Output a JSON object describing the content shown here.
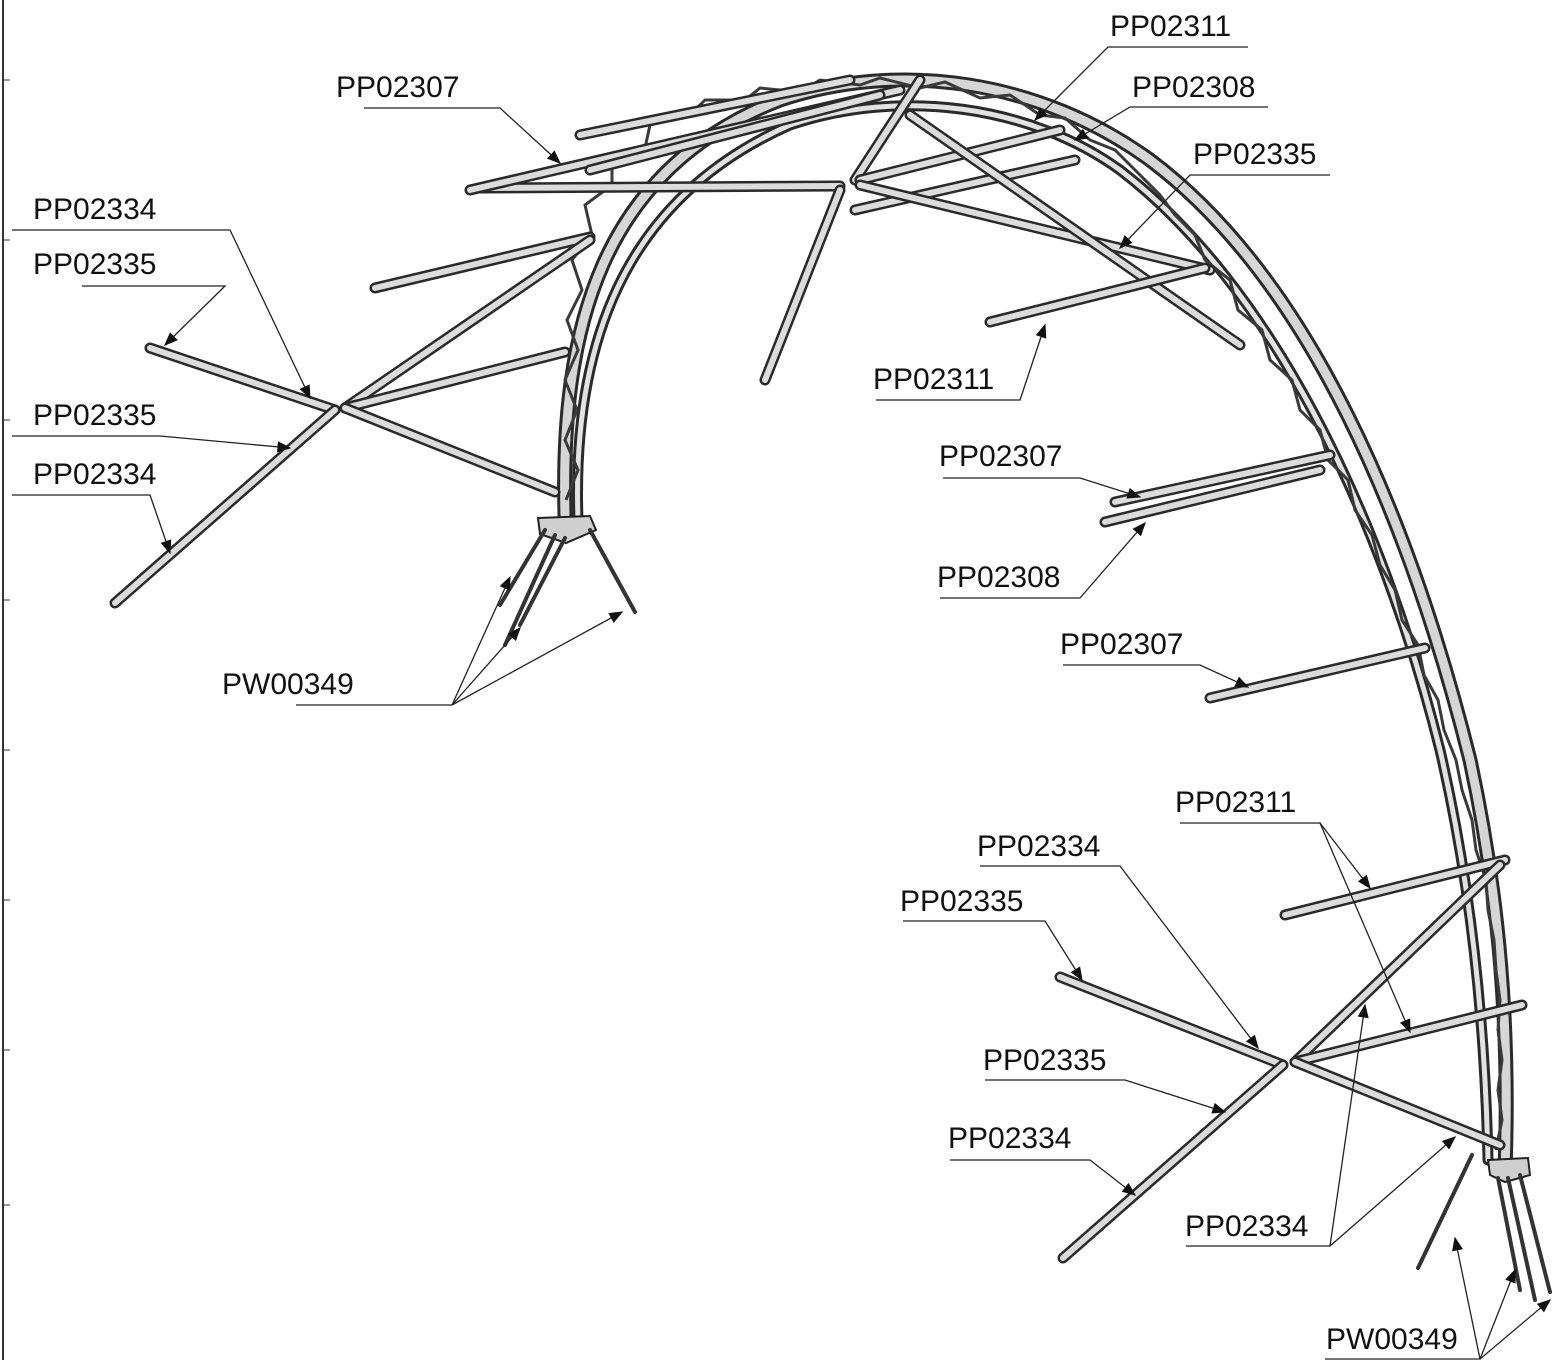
{
  "labels": {
    "l01": "PP02311",
    "l02": "PP02307",
    "l03": "PP02308",
    "l04": "PP02335",
    "l05": "PP02334",
    "l06": "PP02335",
    "l07": "PP02335",
    "l08": "PP02334",
    "l09": "PP02311",
    "l10": "PP02307",
    "l11": "PP02308",
    "l12": "PP02307",
    "l13": "PW00349",
    "l14": "PP02311",
    "l15": "PP02334",
    "l16": "PP02335",
    "l17": "PP02335",
    "l18": "PP02334",
    "l19": "PP02334",
    "l20": "PW00349"
  }
}
